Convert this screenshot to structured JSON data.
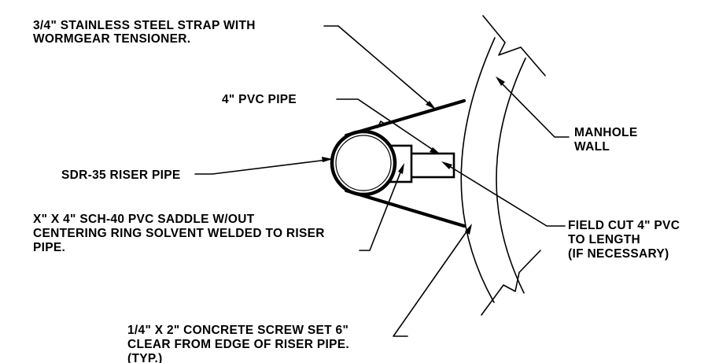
{
  "labels": {
    "strap_line1": "3/4\" STAINLESS STEEL STRAP WITH",
    "strap_line2": "WORMGEAR TENSIONER.",
    "pvc_pipe": "4\" PVC PIPE",
    "manhole_line1": "MANHOLE",
    "manhole_line2": "WALL",
    "riser": "SDR-35 RISER PIPE",
    "saddle_line1": "X\" X 4\" SCH-40 PVC SADDLE W/OUT",
    "saddle_line2": "CENTERING RING SOLVENT WELDED TO RISER",
    "saddle_line3": "PIPE.",
    "field_line1": "FIELD CUT 4\" PVC",
    "field_line2": "TO LENGTH",
    "field_line3": "(IF NECESSARY)",
    "screw_line1": "1/4\" X 2\" CONCRETE SCREW SET 6\"",
    "screw_line2": "CLEAR FROM EDGE OF RISER PIPE.",
    "screw_line3": "(TYP.)"
  },
  "colors": {
    "ink": "#000000",
    "paper": "#ffffff"
  }
}
